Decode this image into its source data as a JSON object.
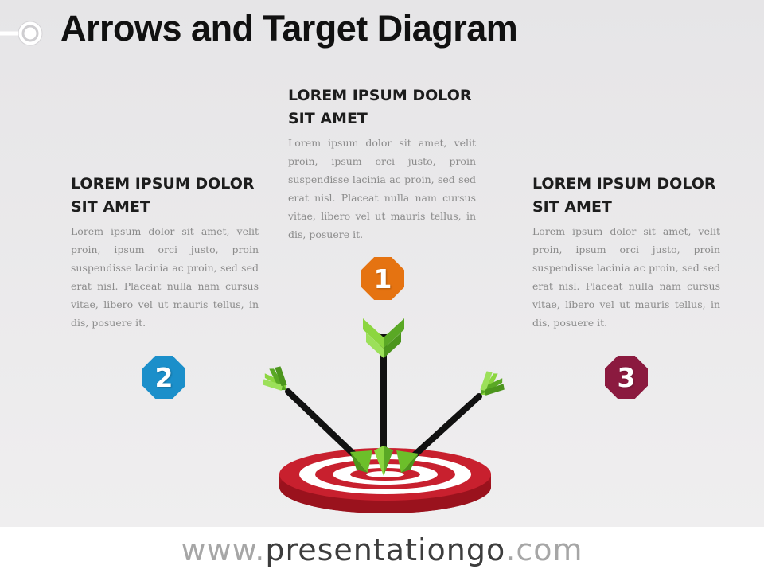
{
  "header": {
    "title": "Arrows and Target Diagram"
  },
  "items": [
    {
      "number": "1",
      "color": "#e57311",
      "heading": "LOREM IPSUM DOLOR SIT AMET",
      "body": "Lorem ipsum dolor sit amet, velit proin, ipsum orci justo, proin suspendisse lacinia ac proin, sed sed erat nisl. Placeat nulla nam cursus vitae, libero vel ut mauris tellus, in dis, posuere it."
    },
    {
      "number": "2",
      "color": "#1b8fca",
      "heading": "LOREM IPSUM DOLOR SIT AMET",
      "body": "Lorem ipsum dolor sit amet, velit proin, ipsum orci justo, proin suspendisse lacinia ac proin, sed sed erat nisl. Placeat nulla nam cursus vitae, libero vel ut mauris tellus, in dis, posuere it."
    },
    {
      "number": "3",
      "color": "#8b1a3f",
      "heading": "LOREM IPSUM DOLOR SIT AMET",
      "body": "Lorem ipsum dolor sit amet, velit proin, ipsum orci justo, proin suspendisse lacinia ac proin, sed sed erat nisl. Placeat nulla nam cursus vitae, libero vel ut mauris tellus, in dis, posuere it."
    }
  ],
  "graphic": {
    "icons": [
      "target-icon",
      "arrow-icon"
    ],
    "target_color": "#c8202e",
    "fletching_color": "#6cbf2a"
  },
  "footer": {
    "prefix": "www.",
    "brand": "presentationgo",
    "suffix": ".com"
  }
}
